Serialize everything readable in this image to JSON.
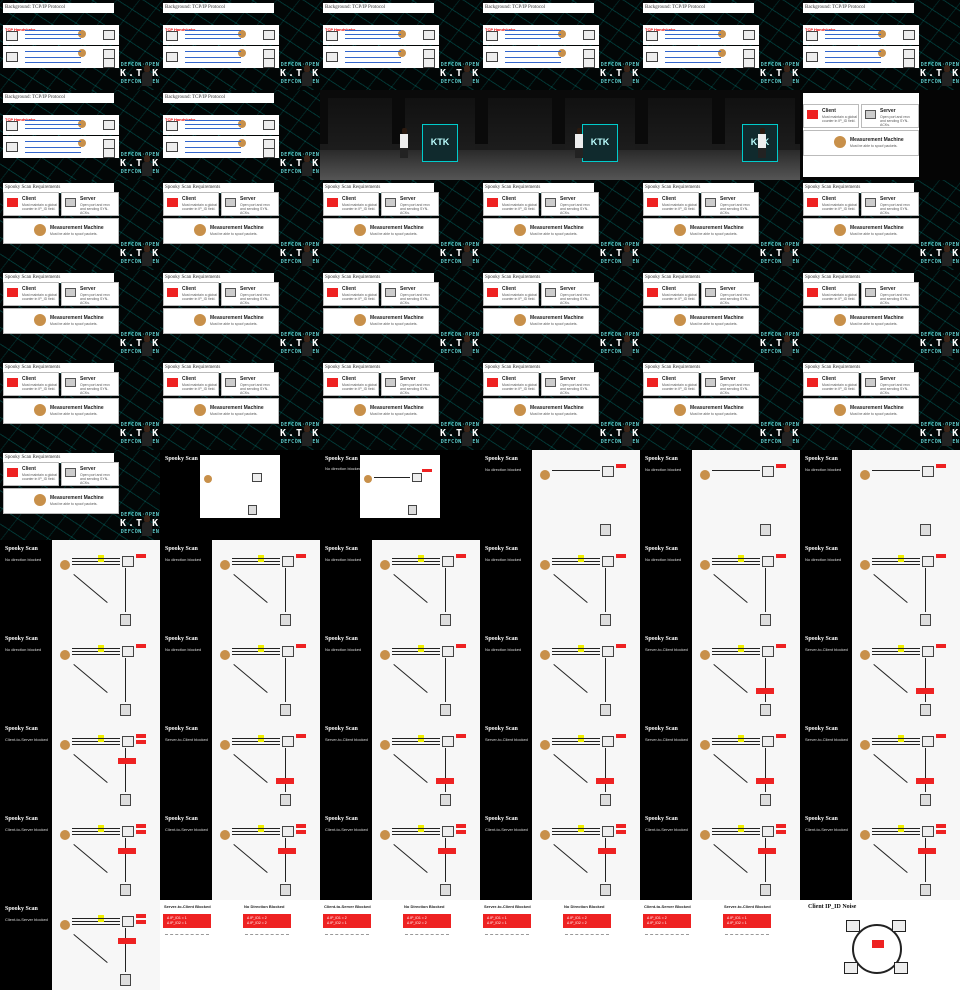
{
  "grid": {
    "columns": 6,
    "rows": 11
  },
  "colors": {
    "accent_red": "#e22222",
    "accent_yellow": "#eeee00",
    "net_cyan": "#00d2c8",
    "stage_bg": "#0a0a0a"
  },
  "text": {
    "tcp_title": "Background: TCP/IP Protocol",
    "tcp_handshake": "TCP Handshake",
    "req_title": "Spooky Scan Requirements",
    "client": "Client",
    "client_desc": "Must maintain a global counter in IP_ID field.",
    "server": "Server",
    "server_desc": "Open port and recv and sending SYN-ACKs.",
    "measurement": "Measurement Machine",
    "measurement_desc": "Must be able to spoof packets.",
    "spooky": "Spooky Scan",
    "no_dir": "No direction blocked",
    "s2c": "Server-to-Client blocked",
    "c2s": "Client-to-Server blocked",
    "c2s_short": "Client-to-Server Blocked",
    "s2c_short": "Server-to-Client Blocked",
    "nodir_short": "No Direction Blocked",
    "noise": "Client IP_ID Noise",
    "lectern": "KTK",
    "m1": "Δ IP_ID1 = 1",
    "m2": "Δ IP_ID2 = 1",
    "m3": "Δ IP_ID1 = 2",
    "m4": "Δ IP_ID2 = 2"
  },
  "cells": [
    "tcp",
    "tcp",
    "tcp",
    "tcp",
    "tcp",
    "tcp",
    "tcp",
    "tcp",
    "stage",
    "stage",
    "stage",
    "req-white",
    "req",
    "req",
    "req",
    "req",
    "req",
    "req",
    "req",
    "req",
    "req",
    "req",
    "req",
    "req",
    "req",
    "req",
    "req",
    "req",
    "req",
    "req",
    "req",
    "white-spooky",
    "white-spooky2",
    "diag-right",
    "diag-right",
    "diag-right",
    "diag:no_dir",
    "diag:no_dir",
    "diag:no_dir",
    "diag:no_dir",
    "diag:no_dir",
    "diag:no_dir",
    "diag:no_dir",
    "diag:no_dir",
    "diag:no_dir",
    "diag:no_dir",
    "diag:s2c",
    "diag:s2c",
    "diag:c2s",
    "diag:s2c",
    "diag:s2c",
    "diag:s2c",
    "diag:s2c",
    "diag:s2c",
    "diag:c2s",
    "diag:c2s",
    "diag:c2s",
    "diag:c2s",
    "diag:c2s",
    "diag:c2s",
    "diag:c2s",
    "tables",
    "tables",
    "tables",
    "tables",
    "noise"
  ]
}
